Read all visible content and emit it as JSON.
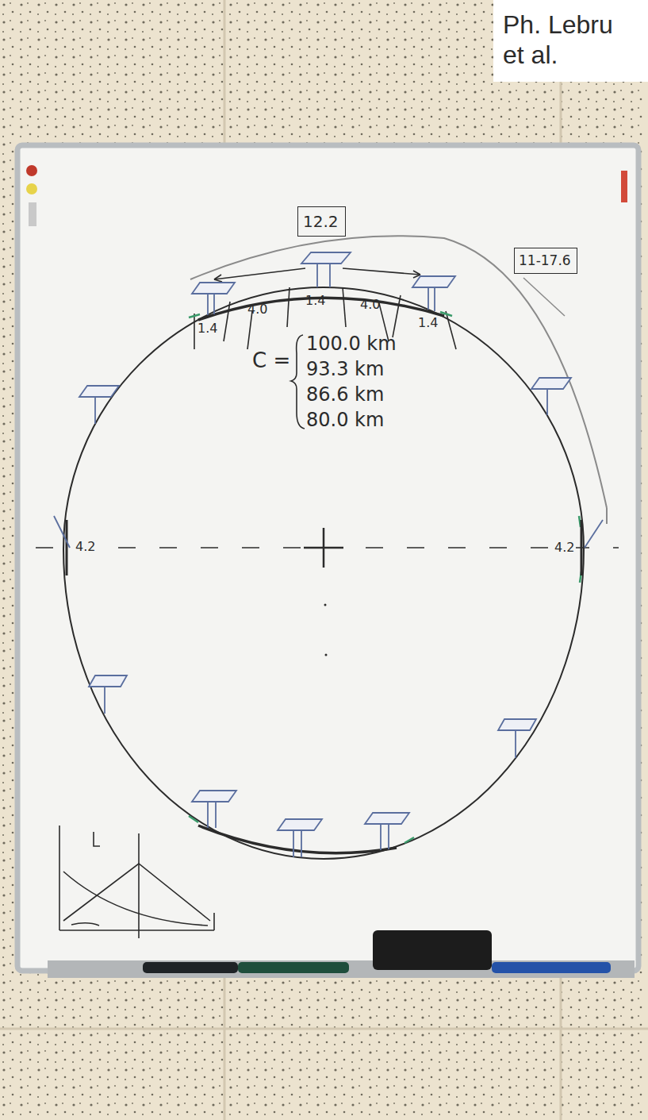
{
  "diagram": {
    "nodes": [
      {
        "text": [
          "Ph. Lebru et al."
        ]
      },
      {
        "text": [
          "12.2"
        ]
      },
      {
        "text": [
          "11-17.6"
        ]
      }
    ],
    "labels": [
      "1.4",
      "4.0",
      "1.4",
      "4.0",
      "1.4",
      "C =",
      "100.0 km",
      "93.3 km",
      "86.6 km",
      "80.0 km",
      "4.2",
      "4.2"
    ]
  }
}
